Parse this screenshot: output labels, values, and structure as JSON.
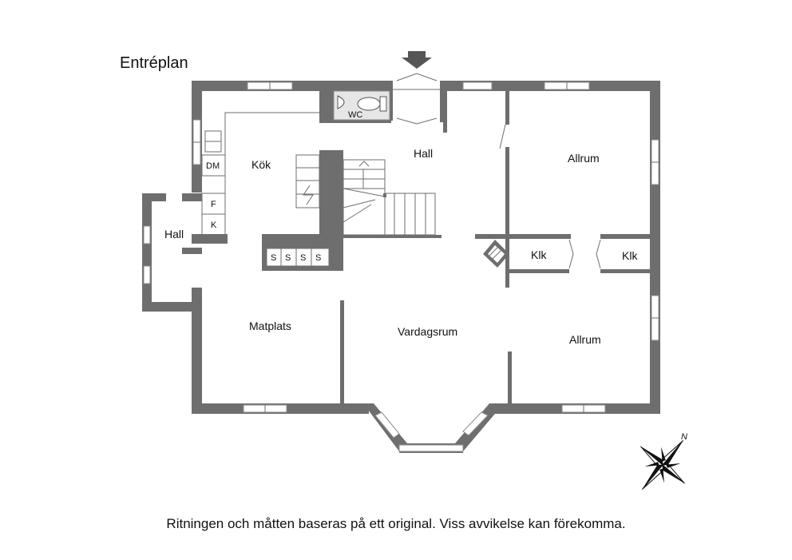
{
  "title": "Entréplan",
  "disclaimer": "Ritningen och måtten baseras på ett original. Viss avvikelse kan förekomma.",
  "rooms": {
    "wc": "WC",
    "hall_main": "Hall",
    "kok": "Kök",
    "allrum_top": "Allrum",
    "hall_side": "Hall",
    "klk_left": "Klk",
    "klk_right": "Klk",
    "matplats": "Matplats",
    "vardagsrum": "Vardagsrum",
    "allrum_bottom": "Allrum"
  },
  "appliances": {
    "dm": "DM",
    "f": "F",
    "k": "K",
    "s1": "S",
    "s2": "S",
    "s3": "S",
    "s4": "S"
  },
  "compass": {
    "north": "N"
  },
  "icons": {
    "entrance": "entrance-arrow-icon",
    "compass": "compass-rose-icon"
  }
}
